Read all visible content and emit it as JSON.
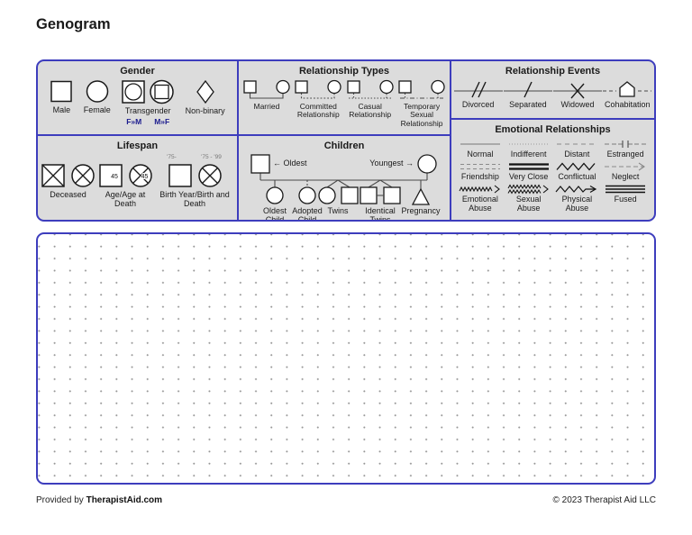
{
  "page": {
    "title": "Genogram",
    "footer_left_prefix": "Provided by ",
    "footer_left_brand": "TherapistAid.com",
    "footer_right": "© 2023 Therapist Aid LLC"
  },
  "colors": {
    "accent_border": "#3d3dbd",
    "panel_bg": "#dcdcdc",
    "transgender_sublabel": "#1b1b8e",
    "grid_dot": "#979797"
  },
  "legend": {
    "gender": {
      "title": "Gender",
      "items": [
        {
          "label": "Male",
          "symbol": "square"
        },
        {
          "label": "Female",
          "symbol": "circle"
        },
        {
          "label": "Transgender",
          "symbol": "circle-in-square / square-in-circle",
          "sublabels": [
            "F»M",
            "M»F"
          ]
        },
        {
          "label": "Non-binary",
          "symbol": "diamond"
        }
      ]
    },
    "relationship_types": {
      "title": "Relationship Types",
      "items": [
        {
          "label": "Married",
          "line": "solid-bracket"
        },
        {
          "label": "Committed Relationship",
          "line": "dotted-bracket"
        },
        {
          "label": "Casual Relationship",
          "line": "dotted"
        },
        {
          "label": "Temporary Sexual Relationship",
          "line": "dash-dot"
        }
      ]
    },
    "relationship_events": {
      "title": "Relationship Events",
      "items": [
        {
          "label": "Divorced",
          "symbol": "line-double-slash"
        },
        {
          "label": "Separated",
          "symbol": "line-single-slash"
        },
        {
          "label": "Widowed",
          "symbol": "line-x"
        },
        {
          "label": "Cohabitation",
          "symbol": "dashed-line-house"
        }
      ]
    },
    "lifespan": {
      "title": "Lifespan",
      "items": [
        {
          "label": "Deceased",
          "symbol": "crossed square and circle"
        },
        {
          "label": "Age/Age at Death",
          "age": "45",
          "symbol": "square/circle with age"
        },
        {
          "label": "Birth Year/Birth and Death",
          "birth_year": "'75-",
          "birth_death": "'75 - '99",
          "symbol": "square/circle with years"
        }
      ]
    },
    "children": {
      "title": "Children",
      "oldest_hint": "← Oldest",
      "youngest_hint": "Youngest →",
      "items": [
        {
          "label": "Oldest Child"
        },
        {
          "label": "Adopted Child"
        },
        {
          "label": "Twins"
        },
        {
          "label": "Identical Twins"
        },
        {
          "label": "Pregnancy"
        }
      ]
    },
    "emotional_relationships": {
      "title": "Emotional Relationships",
      "items": [
        {
          "label": "Normal",
          "line": "solid"
        },
        {
          "label": "Indifferent",
          "line": "fine-dotted"
        },
        {
          "label": "Distant",
          "line": "dashed"
        },
        {
          "label": "Estranged",
          "line": "dashed-cutoff-bars"
        },
        {
          "label": "Friendship",
          "line": "double-dashed"
        },
        {
          "label": "Very Close",
          "line": "double-solid"
        },
        {
          "label": "Conflictual",
          "line": "zigzag"
        },
        {
          "label": "Neglect",
          "line": "dashed-arrow"
        },
        {
          "label": "Emotional Abuse",
          "line": "tight-zigzag-arrow"
        },
        {
          "label": "Sexual Abuse",
          "line": "double-tight-zigzag-arrow"
        },
        {
          "label": "Physical Abuse",
          "line": "zigzag-arrow"
        },
        {
          "label": "Fused",
          "line": "triple-solid"
        }
      ]
    }
  }
}
